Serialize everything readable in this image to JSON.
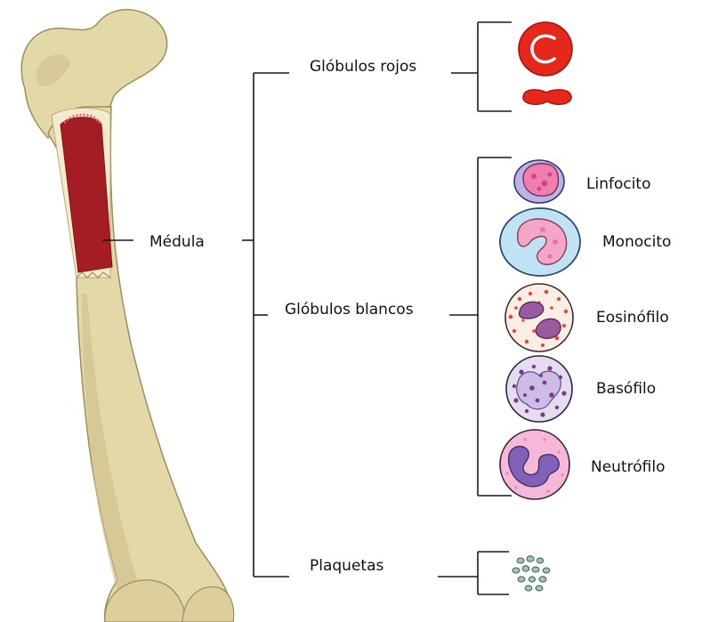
{
  "diagram": {
    "marrow_label": "Médula",
    "branches": {
      "red": "Glóbulos rojos",
      "white": "Glóbulos blancos",
      "platelets": "Plaquetas"
    },
    "white_cells": {
      "lymphocyte": "Linfocito",
      "monocyte": "Monocito",
      "eosinophil": "Eosinófilo",
      "basophil": "Basófilo",
      "neutrophil": "Neutrófilo"
    }
  },
  "colors": {
    "bone": "#e3d8a8",
    "bone_shadow": "#c7b985",
    "marrow": "#a51d24",
    "red_cell": "#e5271c",
    "lymphocyte_cytoplasm": "#b9b4e6",
    "lymphocyte_nucleus": "#f07fb0",
    "monocyte_cytoplasm": "#bfe2f4",
    "monocyte_nucleus": "#f4a6c4",
    "eosinophil_nucleus": "#9a5a9e",
    "basophil_cytoplasm": "#e5dcef",
    "neutrophil_cytoplasm": "#f6b8d8",
    "neutrophil_nucleus": "#7d62b8",
    "platelet": "#9fc5bd"
  }
}
